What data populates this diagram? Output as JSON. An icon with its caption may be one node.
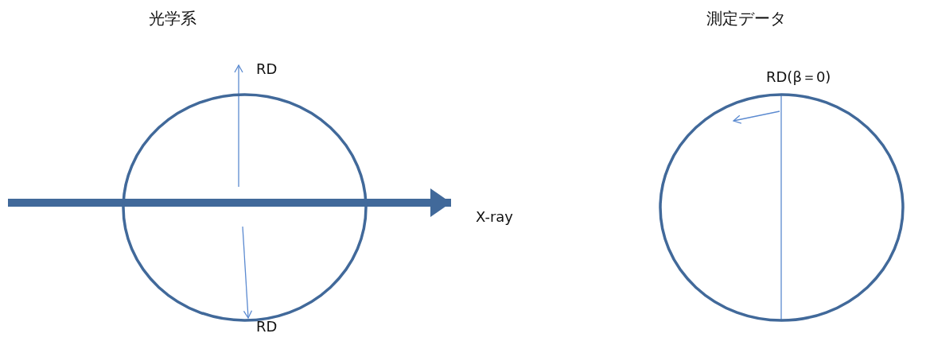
{
  "diagram": {
    "nodes": [
      {
        "text": [],
        "shape": "circle"
      },
      {
        "text": [
          "RD"
        ]
      },
      {
        "text": [
          "RD"
        ]
      },
      {
        "text": [
          "X-ray"
        ]
      },
      {
        "text": [],
        "shape": "circle",
        "beside": [
          "RD(β＝0)"
        ]
      }
    ],
    "edges": [
      {
        "from": 0,
        "to": 1,
        "arrow": "to"
      },
      {
        "from": 0,
        "to": 2,
        "arrow": "to"
      },
      {
        "from": null,
        "to": 3,
        "arrow": "to",
        "style": "thick",
        "color": "#41699a"
      }
    ],
    "labels": [
      "光学系",
      "測定データ"
    ]
  }
}
